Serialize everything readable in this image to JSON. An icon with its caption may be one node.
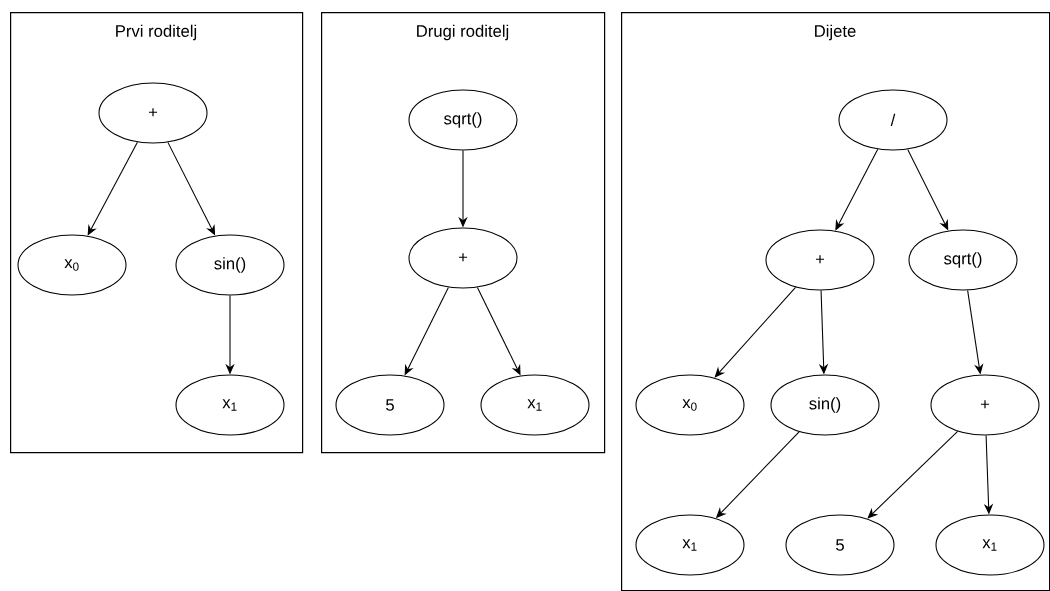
{
  "diagram": {
    "nodes": [
      {
        "text": [
          "Prvi roditelj"
        ]
      },
      {
        "text": [
          "+"
        ],
        "in": 0
      },
      {
        "text": [
          "x$_{0}$"
        ],
        "in": 0
      },
      {
        "text": [
          "sin()"
        ],
        "in": 0
      },
      {
        "text": [
          "x$_{1}$"
        ],
        "in": 0
      },
      {
        "text": [
          "Drugi roditelj"
        ]
      },
      {
        "text": [
          "sqrt()"
        ],
        "in": 5
      },
      {
        "text": [
          "+"
        ],
        "in": 5
      },
      {
        "text": [
          "5"
        ],
        "in": 5
      },
      {
        "text": [
          "x$_{1}$"
        ],
        "in": 5
      },
      {
        "text": [
          "Dijete"
        ]
      },
      {
        "text": [
          "/"
        ],
        "in": 10
      },
      {
        "text": [
          "+"
        ],
        "in": 10
      },
      {
        "text": [
          "sqrt()"
        ],
        "in": 10
      },
      {
        "text": [
          "x$_{0}$"
        ],
        "in": 10
      },
      {
        "text": [
          "sin()"
        ],
        "in": 10
      },
      {
        "text": [
          "+"
        ],
        "in": 10
      },
      {
        "text": [
          "x$_{1}$"
        ],
        "in": 10
      },
      {
        "text": [
          "5"
        ],
        "in": 10
      },
      {
        "text": [
          "x$_{1}$"
        ],
        "in": 10
      }
    ],
    "edges": [
      {
        "from": 1,
        "to": 2,
        "arrow": "to"
      },
      {
        "from": 1,
        "to": 3,
        "arrow": "to"
      },
      {
        "from": 3,
        "to": 4,
        "arrow": "to"
      },
      {
        "from": 6,
        "to": 7,
        "arrow": "to"
      },
      {
        "from": 7,
        "to": 8,
        "arrow": "to"
      },
      {
        "from": 7,
        "to": 9,
        "arrow": "to"
      },
      {
        "from": 11,
        "to": 12,
        "arrow": "to"
      },
      {
        "from": 11,
        "to": 13,
        "arrow": "to"
      },
      {
        "from": 12,
        "to": 14,
        "arrow": "to"
      },
      {
        "from": 12,
        "to": 15,
        "arrow": "to"
      },
      {
        "from": 13,
        "to": 16,
        "arrow": "to"
      },
      {
        "from": 15,
        "to": 17,
        "arrow": "to"
      },
      {
        "from": 16,
        "to": 18,
        "arrow": "to"
      },
      {
        "from": 16,
        "to": 19,
        "arrow": "to"
      }
    ]
  }
}
